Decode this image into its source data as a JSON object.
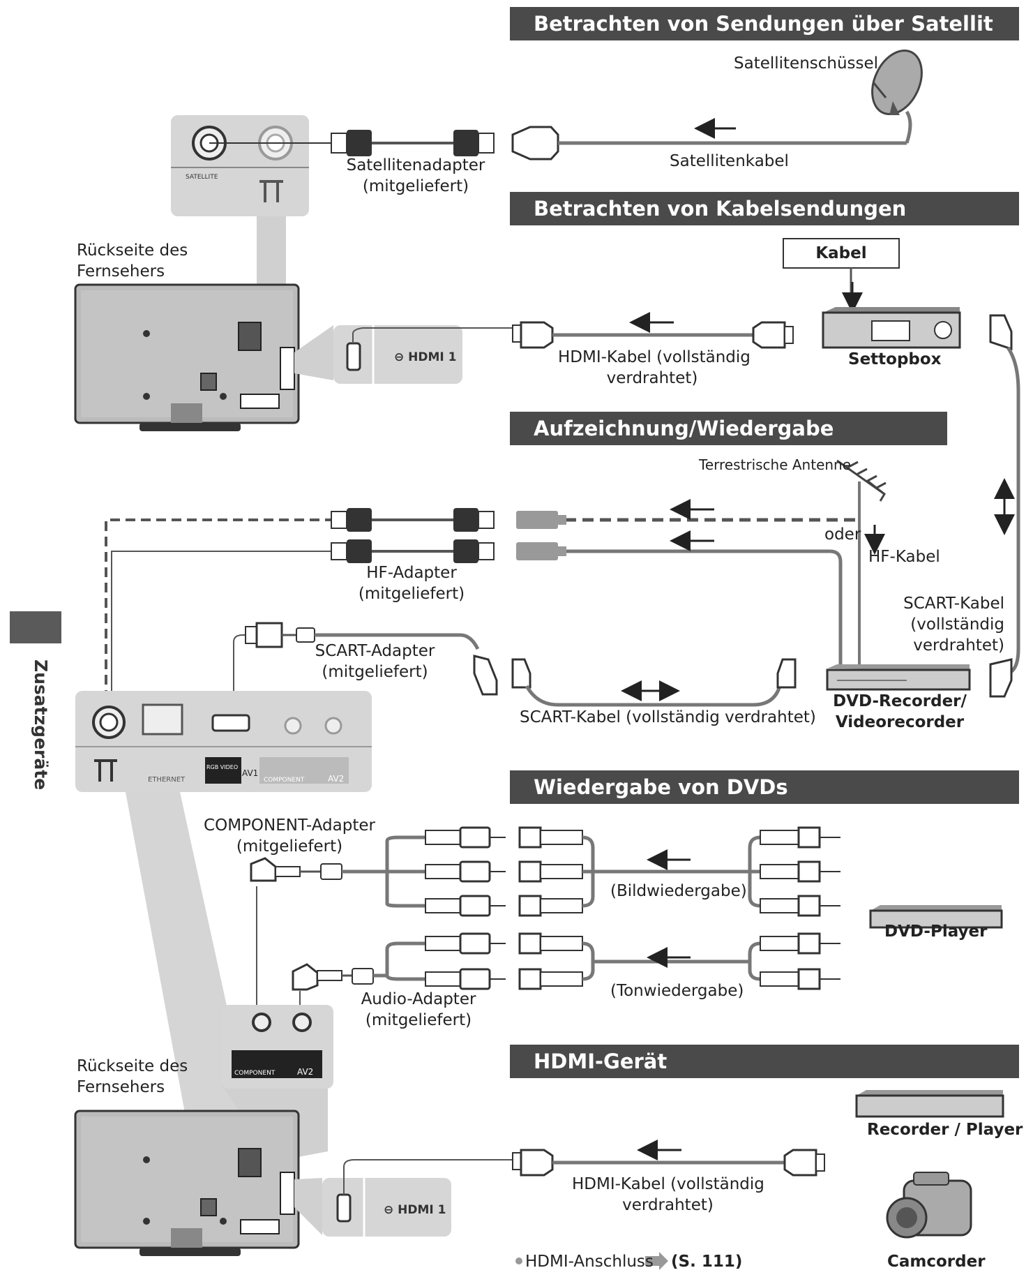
{
  "sections": {
    "satellite": "Betrachten von Sendungen über Satellit",
    "cable": "Betrachten von Kabelsendungen",
    "recording": "Aufzeichnung/Wiedergabe",
    "dvd": "Wiedergabe von DVDs",
    "hdmi": "HDMI-Gerät"
  },
  "labels": {
    "satellite_dish": "Satellitenschüssel",
    "satellite_cable": "Satellitenkabel",
    "satellite_adapter_1": "Satellitenadapter",
    "satellite_adapter_2": "(mitgeliefert)",
    "tv_back_1a": "Rückseite des",
    "tv_back_1b": "Fernsehers",
    "kabel": "Kabel",
    "settopbox": "Settopbox",
    "hdmi_cable_1a": "HDMI-Kabel (vollständig",
    "hdmi_cable_1b": "verdrahtet)",
    "terrestrial_antenna": "Terrestrische Antenne",
    "oder": "oder",
    "hf_cable": "HF-Kabel",
    "hf_adapter_1": "HF-Adapter",
    "hf_adapter_2": "(mitgeliefert)",
    "scart_cable_right_1": "SCART-Kabel",
    "scart_cable_right_2": "(vollständig",
    "scart_cable_right_3": "verdrahtet)",
    "scart_adapter_1": "SCART-Adapter",
    "scart_adapter_2": "(mitgeliefert)",
    "scart_cable_bottom": "SCART-Kabel (vollständig verdrahtet)",
    "dvd_recorder_1": "DVD-Recorder/",
    "dvd_recorder_2": "Videorecorder",
    "component_adapter_1": "COMPONENT-Adapter",
    "component_adapter_2": "(mitgeliefert)",
    "bildwiedergabe": "(Bildwiedergabe)",
    "tonwiedergabe": "(Tonwiedergabe)",
    "dvd_player": "DVD-Player",
    "audio_adapter_1": "Audio-Adapter",
    "audio_adapter_2": "(mitgeliefert)",
    "tv_back_2a": "Rückseite des",
    "tv_back_2b": "Fernsehers",
    "recorder_player": "Recorder / Player",
    "hdmi_cable_2a": "HDMI-Kabel (vollständig",
    "hdmi_cable_2b": "verdrahtet)",
    "camcorder": "Camcorder",
    "hdmi_port_ref": "HDMI-Anschluss",
    "hdmi_port_page": "(S. 111)",
    "side_tab": "Zusatzgeräte"
  },
  "port_labels": {
    "satellite": "SATELLITE",
    "hdmi1": "HDMI 1",
    "ethernet": "ETHERNET",
    "av1": "AV1",
    "av2": "AV2",
    "component": "COMPONENT",
    "rgb_video": "RGB VIDEO"
  },
  "colors": {
    "header_bg": "#4a4a4a",
    "panel_bg": "#d6d6d6",
    "cable": "#6e6e6e",
    "dark": "#333333"
  }
}
